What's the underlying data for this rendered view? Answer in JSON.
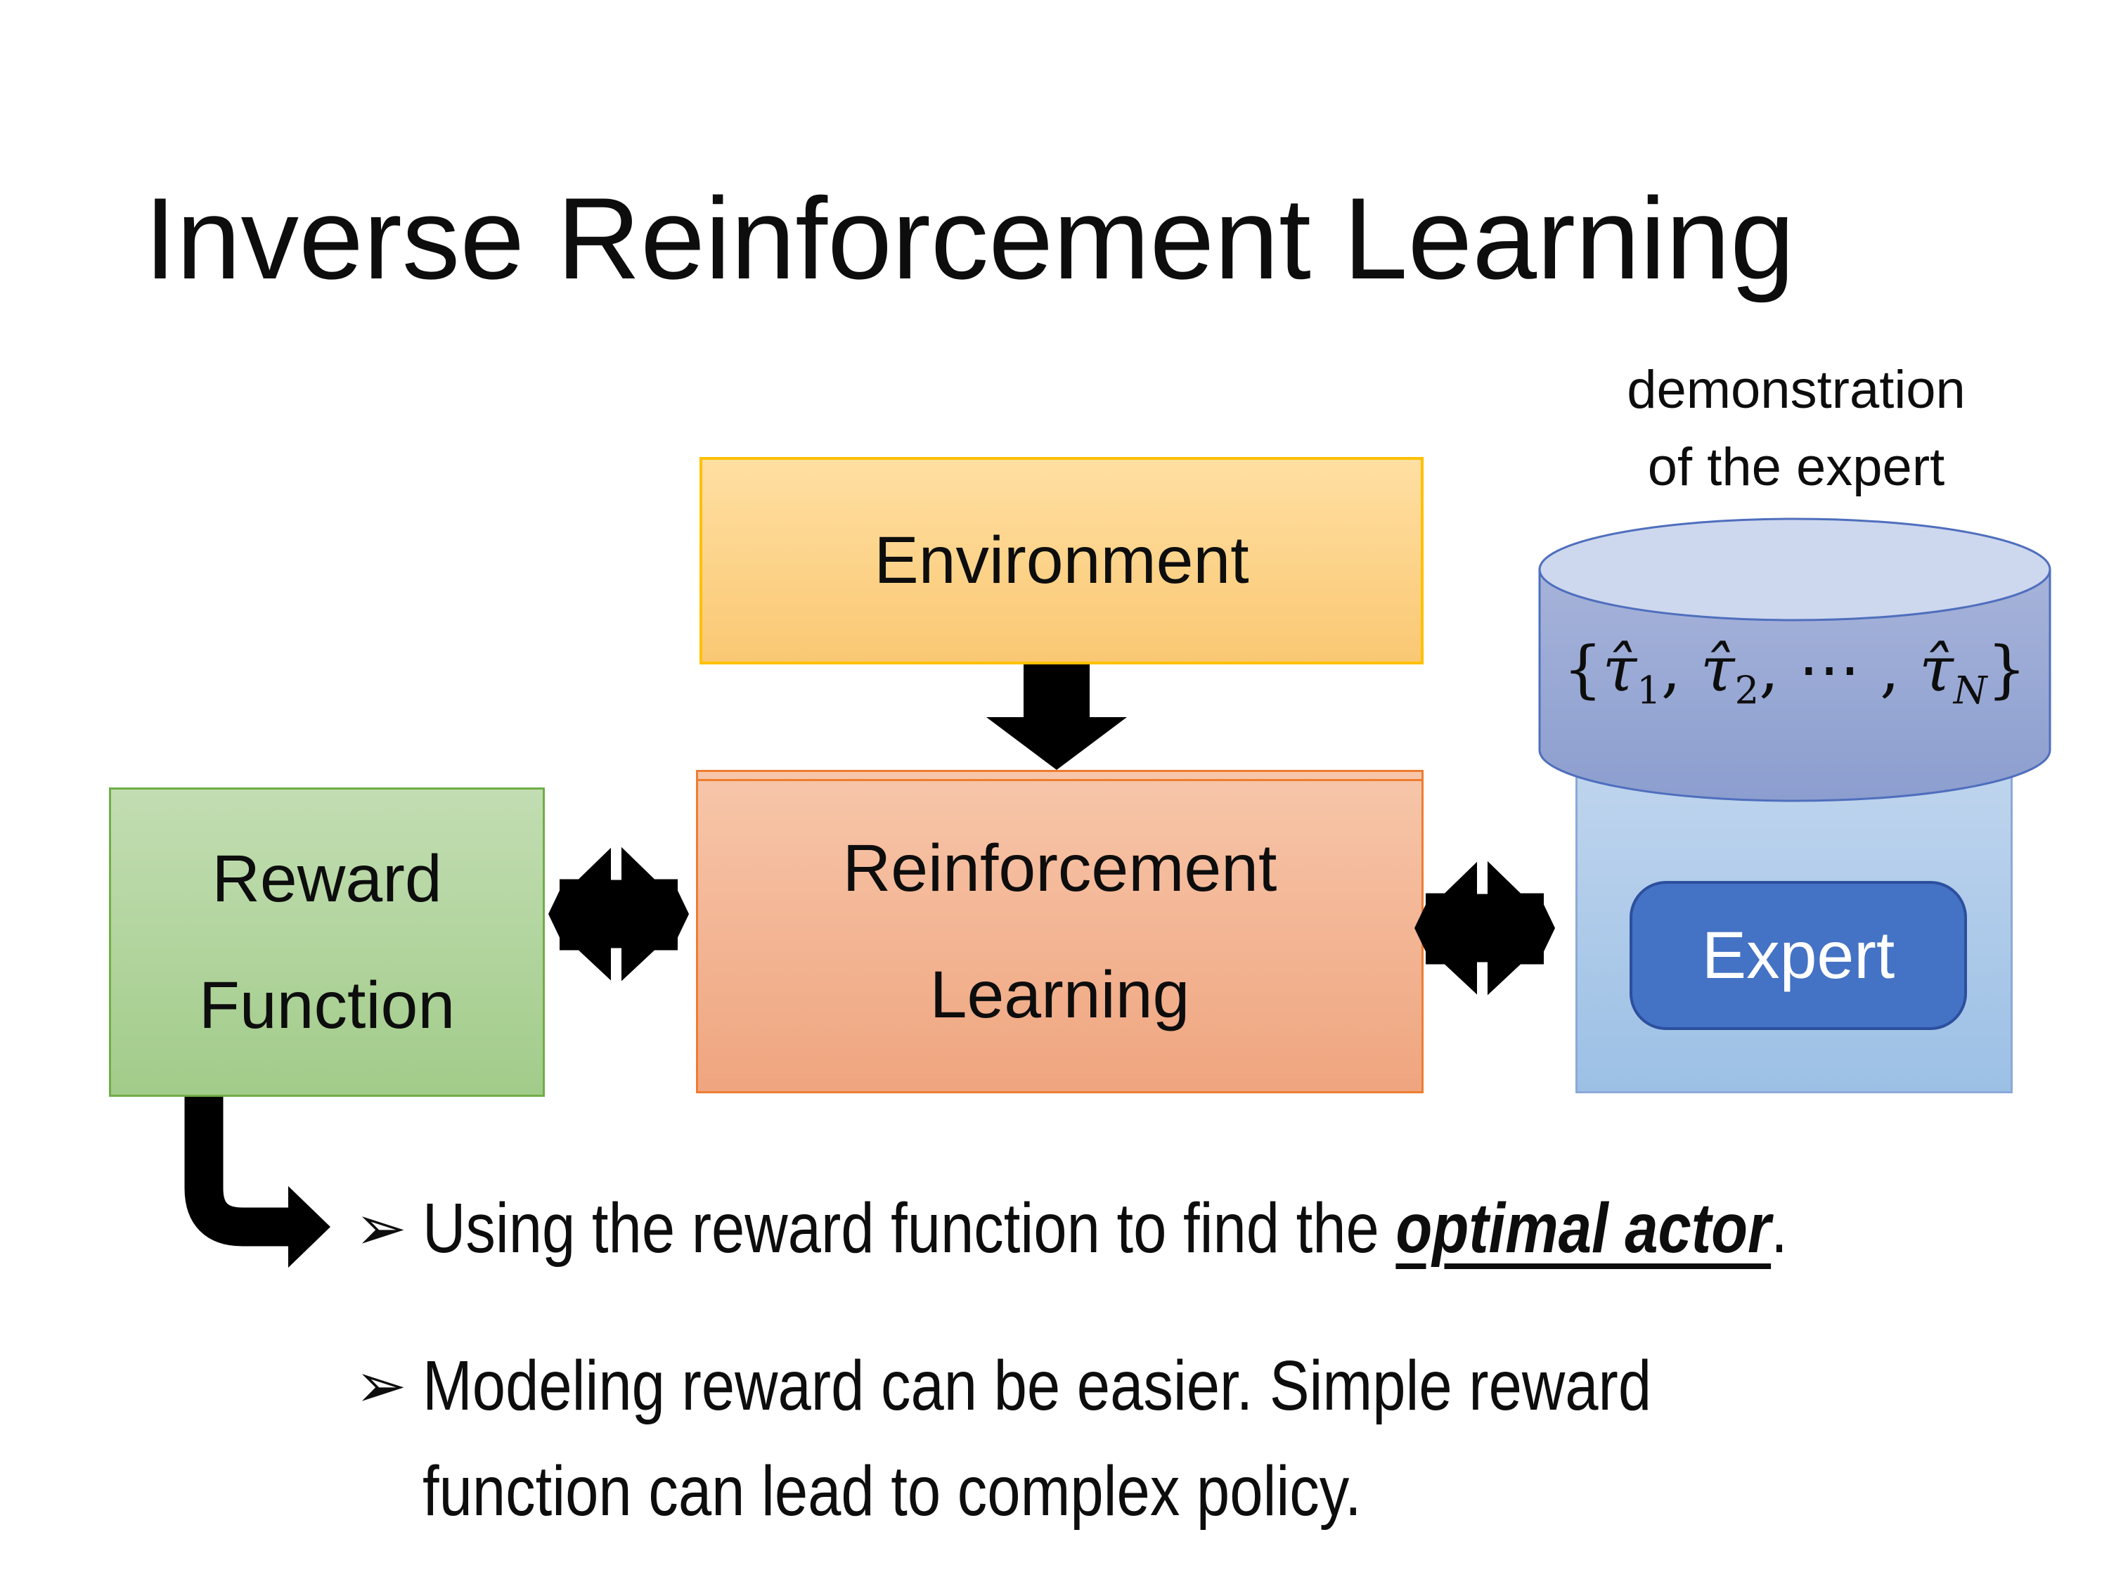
{
  "slide": {
    "title": "Inverse Reinforcement Learning",
    "demo_label": {
      "line1": "demonstration",
      "line2": "of the expert"
    },
    "boxes": {
      "environment": "Environment",
      "reward": {
        "line1": "Reward",
        "line2": "Function"
      },
      "reinforcement_learning": {
        "line1": "Reinforcement",
        "line2": "Learning"
      },
      "expert": "Expert"
    },
    "formula_segments": [
      {
        "t": "{"
      },
      {
        "t": "τ̂",
        "i": true
      },
      {
        "t": "1",
        "sub": true
      },
      {
        "t": ", "
      },
      {
        "t": "τ̂",
        "i": true
      },
      {
        "t": "2",
        "sub": true
      },
      {
        "t": ", ⋯ , "
      },
      {
        "t": "τ̂",
        "i": true
      },
      {
        "t": "N",
        "sub": true,
        "i": true
      },
      {
        "t": "}"
      }
    ],
    "bullets": [
      {
        "marker": "➢",
        "segments": [
          {
            "t": "Using the reward function to find the "
          },
          {
            "t": "optimal actor",
            "b": true,
            "i": true,
            "u": true
          },
          {
            "t": "."
          }
        ]
      },
      {
        "marker": "➢",
        "segments": [
          {
            "t": "Modeling reward can be easier. Simple reward"
          },
          {
            "br": true
          },
          {
            "t": "function can lead to complex policy."
          }
        ]
      }
    ],
    "icons": {
      "down_arrow": "down-block-arrow",
      "left_double_arrow": "four-point-double-arrow",
      "right_double_arrow": "four-point-double-arrow",
      "elbow_arrow": "bent-down-right-arrow"
    },
    "colors": {
      "background": "#ffffff",
      "text": "#0d0d0d",
      "env_fill_top": "#ffdfa2",
      "env_fill_bottom": "#fac873",
      "env_border": "#ffc000",
      "reward_fill_top": "#c2ddb2",
      "reward_fill_bottom": "#a2cc8a",
      "reward_border": "#70ad47",
      "rl_fill_top": "#f7c6aa",
      "rl_fill_bottom": "#efa57f",
      "rl_border": "#ed7d31",
      "expert_panel_top": "#c0d5ee",
      "expert_panel_bottom": "#9cc0e5",
      "expert_panel_border": "#8ca9d8",
      "expert_fill": "#4472c4",
      "expert_border": "#2c4f9e",
      "expert_text": "#ffffff",
      "cylinder_top": "#cdd7ee",
      "cylinder_body_top": "#a6b3da",
      "cylinder_body_bottom": "#8c9ecf",
      "cylinder_border": "#4f6ebd",
      "arrow": "#000000"
    }
  }
}
